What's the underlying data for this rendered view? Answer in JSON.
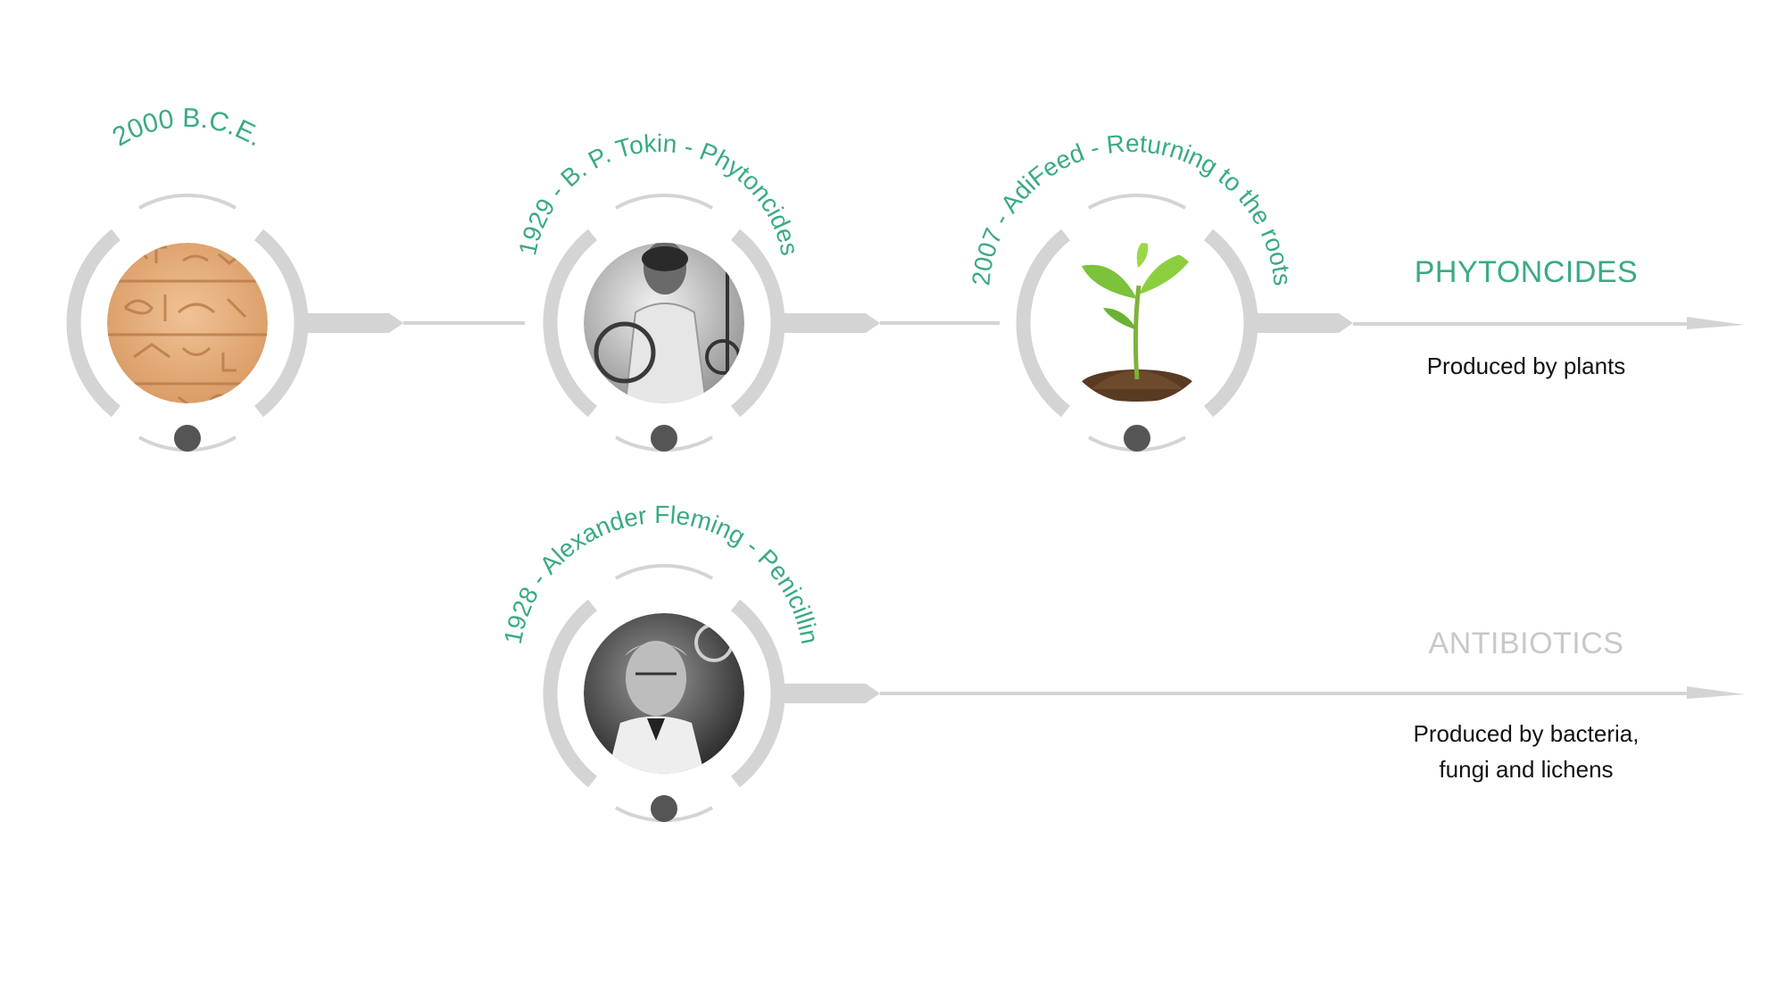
{
  "colors": {
    "accent": "#3aaa84",
    "muted": "#c8c8c8",
    "line": "#d4d4d4",
    "dot": "#555555",
    "text": "#111111"
  },
  "timeline": {
    "nodes": [
      {
        "label": "2000 B.C.E.",
        "image": "hieroglyphs-image"
      },
      {
        "label": "1929 - B. P. Tokin - Phytoncides",
        "image": "scientist-lab-image"
      },
      {
        "label": "2007 - AdiFeed - Returning to the roots",
        "image": "sprout-image"
      },
      {
        "label": "1928 - Alexander Fleming - Penicillin",
        "image": "fleming-portrait-image"
      }
    ]
  },
  "sections": {
    "phytoncides": {
      "title": "PHYTONCIDES",
      "desc": [
        "Produced by plants"
      ]
    },
    "antibiotics": {
      "title": "ANTIBIOTICS",
      "desc": [
        "Produced by bacteria,",
        "fungi and lichens"
      ]
    }
  }
}
